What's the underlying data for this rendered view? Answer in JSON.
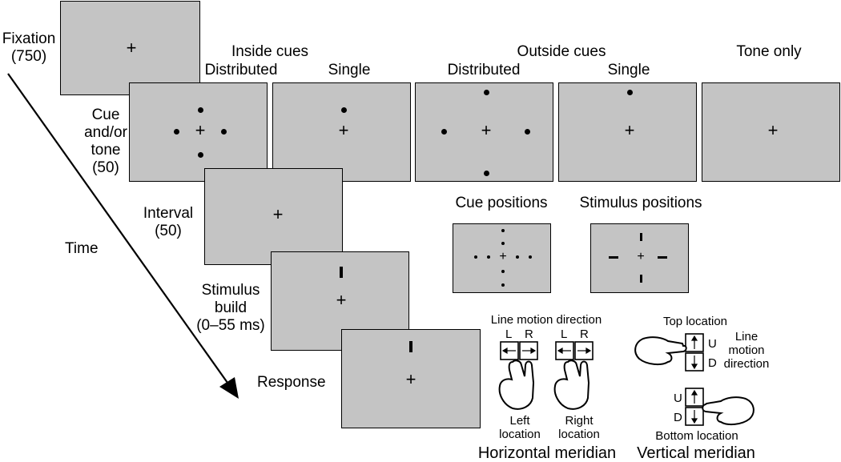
{
  "stages": {
    "fixation": [
      "Fixation",
      "(750)"
    ],
    "cue": [
      "Cue",
      "and/or",
      "tone",
      "(50)"
    ],
    "interval": [
      "Interval",
      "(50)"
    ],
    "stimulus": [
      "Stimulus",
      "build",
      "(0–55 ms)"
    ],
    "response": "Response",
    "time": "Time"
  },
  "conditions": {
    "inside_cues": "Inside cues",
    "outside_cues": "Outside cues",
    "distributed": "Distributed",
    "single": "Single",
    "tone_only": "Tone only"
  },
  "positions": {
    "cue_positions": "Cue positions",
    "stimulus_positions": "Stimulus positions"
  },
  "response_mapping": {
    "horizontal": {
      "title": "Line motion direction",
      "left_key": "L",
      "right_key": "R",
      "left_label": [
        "Left",
        "location"
      ],
      "right_label": [
        "Right",
        "location"
      ],
      "caption": "Horizontal meridian"
    },
    "vertical": {
      "top_label": "Top location",
      "up_key": "U",
      "down_key": "D",
      "direction_label": [
        "Line",
        "motion",
        "direction"
      ],
      "bottom_label": "Bottom location",
      "caption": "Vertical meridian"
    }
  },
  "fixation_symbol": "+",
  "colors": {
    "screen": "#c4c4c4",
    "ink": "#000000",
    "background": "#ffffff"
  }
}
